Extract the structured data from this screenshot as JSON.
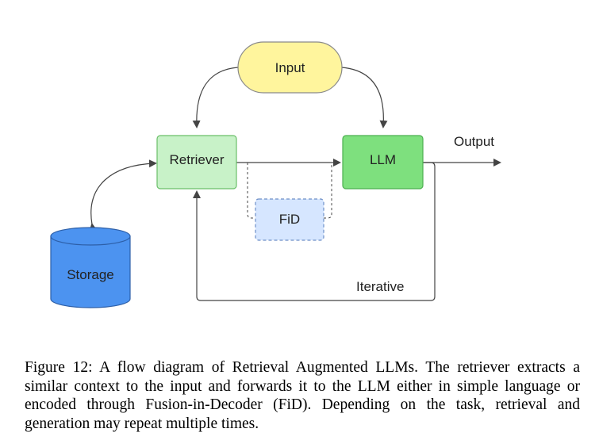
{
  "nodes": {
    "input": {
      "label": "Input",
      "fill": "#fff59d",
      "stroke": "#8a8a8a"
    },
    "retriever": {
      "label": "Retriever",
      "fill": "#c8f2c8",
      "stroke": "#6abf69"
    },
    "llm": {
      "label": "LLM",
      "fill": "#7ee07e",
      "stroke": "#4caf50"
    },
    "fid": {
      "label": "FiD",
      "fill": "#d6e6ff",
      "stroke": "#6d8fc7"
    },
    "storage": {
      "label": "Storage",
      "fill": "#4c93f0",
      "stroke": "#2d5fa8"
    }
  },
  "edges": {
    "output_label": "Output",
    "iterative_label": "Iterative",
    "line_color": "#444444"
  },
  "caption": "Figure 12: A flow diagram of Retrieval Augmented LLMs. The retriever extracts a similar context to the input and forwards it to the LLM either in simple language or encoded through Fusion-in-Decoder (FiD). Depending on the task, retrieval and generation may repeat multiple times."
}
